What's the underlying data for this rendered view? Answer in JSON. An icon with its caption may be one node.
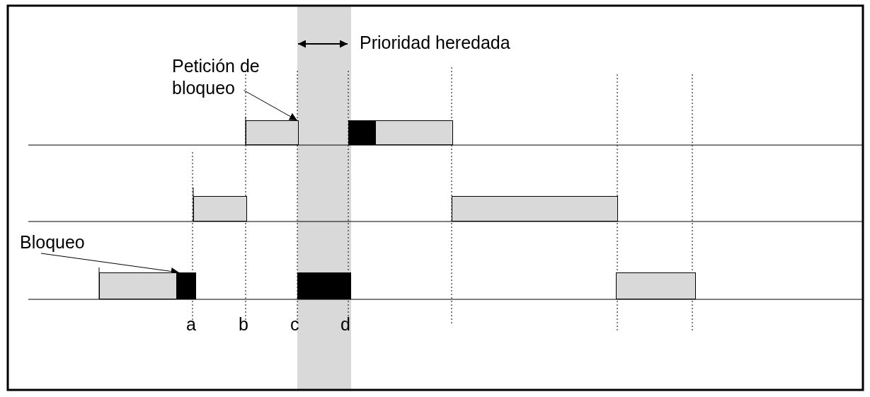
{
  "diagram": {
    "nodes": [
      {
        "text": [
          "Petición de bloqueo"
        ]
      },
      {
        "text": [],
        "shape": "bar"
      },
      {
        "text": [],
        "shape": "bar"
      },
      {
        "text": [],
        "shape": "bar"
      },
      {
        "text": [],
        "shape": "bar"
      },
      {
        "text": [],
        "shape": "bar"
      },
      {
        "text": [
          "Bloqueo"
        ]
      },
      {
        "text": [],
        "shape": "bar"
      },
      {
        "text": [],
        "shape": "bar"
      },
      {
        "text": [],
        "shape": "bar"
      },
      {
        "text": [],
        "shape": "bar"
      }
    ],
    "edges": [
      {
        "from": 0,
        "to": 1,
        "arrow": "to"
      },
      {
        "from": 6,
        "to": 8,
        "arrow": "to"
      }
    ],
    "labels": [
      "Prioridad heredada",
      "a",
      "b",
      "c",
      "d"
    ]
  }
}
